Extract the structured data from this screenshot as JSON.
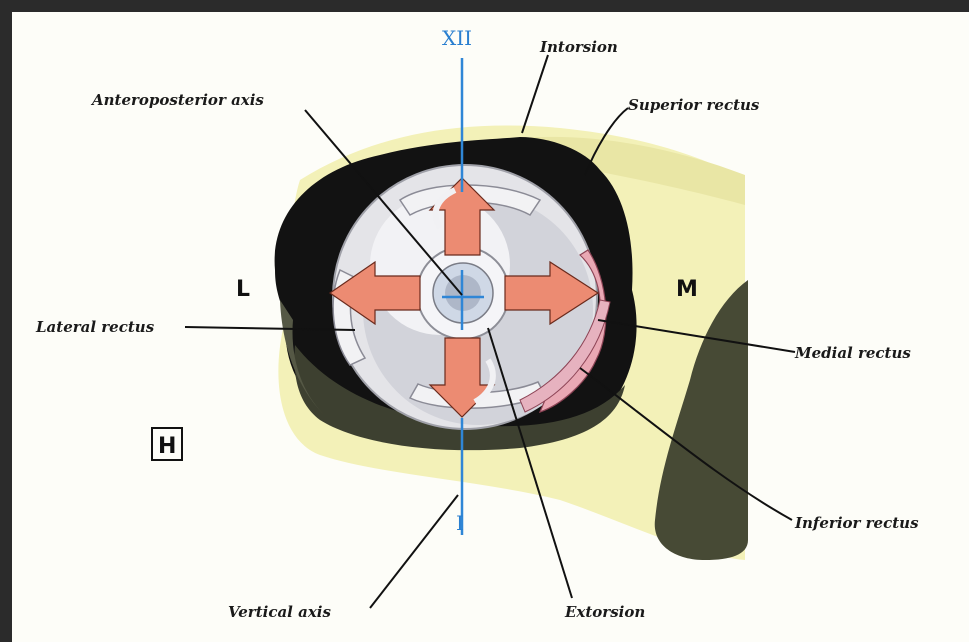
{
  "labels": {
    "clock_top": "XII",
    "clock_bottom": "I",
    "intorsion": "Intorsion",
    "superior_rectus": "Superior rectus",
    "anteroposterior_axis": "Anteroposterior axis",
    "lateral_rectus": "Lateral rectus",
    "medial_rectus": "Medial rectus",
    "inferior_rectus": "Inferior rectus",
    "vertical_axis": "Vertical axis",
    "extorsion": "Extorsion",
    "lateral_marker": "L",
    "medial_marker": "M",
    "panel_letter": "H"
  },
  "colors": {
    "axis": "#2f86d6",
    "arrow": "#ec8b72",
    "socket": "#121212",
    "face": "#f3f1b8",
    "background": "#fdfdf8",
    "outer_frame": "#2b2b2b"
  },
  "icons": {
    "rotation_arrows": "four-way-arrow-icon",
    "eyeball": "eyeball-icon"
  }
}
